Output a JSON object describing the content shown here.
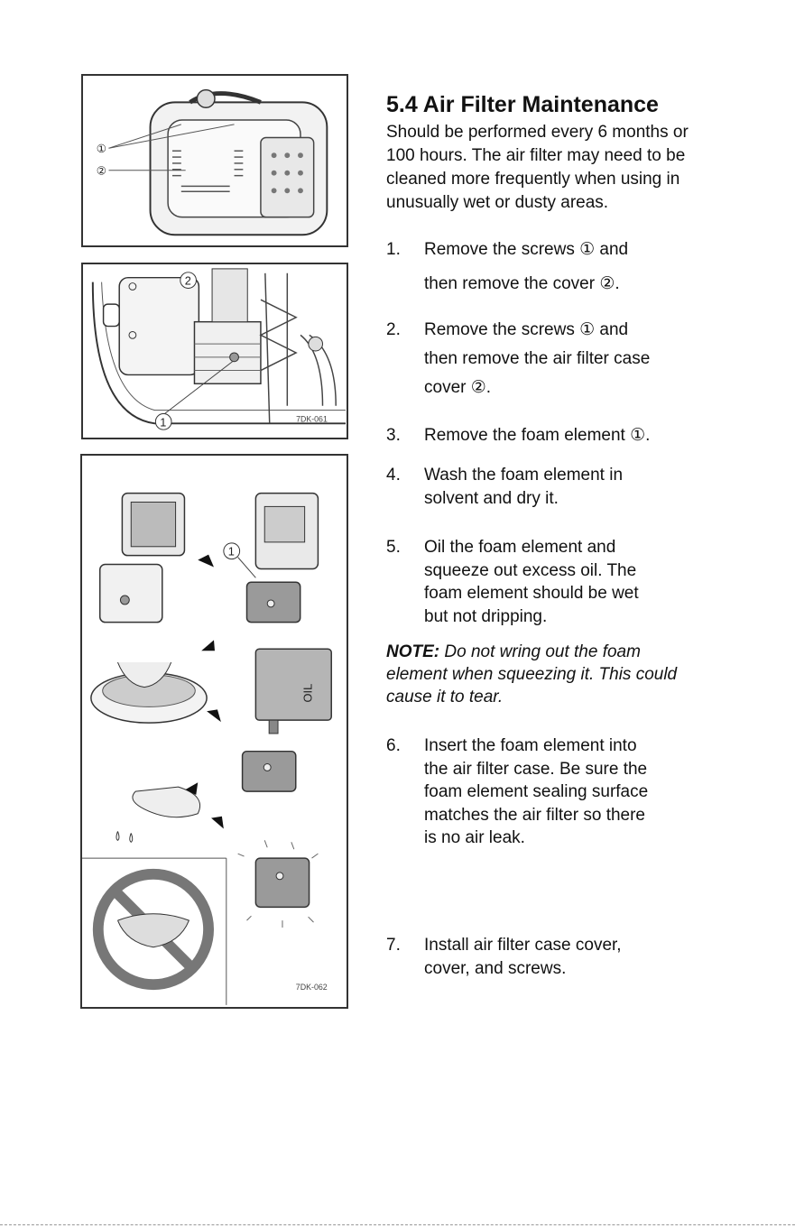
{
  "section": {
    "title": "5.4 Air Filter Maintenance",
    "intro": [
      "Should be performed every 6 months or",
      "100 hours. The air filter may need to be",
      "cleaned more frequently when using in",
      "unusually wet or dusty areas."
    ]
  },
  "steps": [
    {
      "num": "1.",
      "lines": [
        "Remove the screws ①   and",
        "then remove the cover ②."
      ]
    },
    {
      "num": "2.",
      "lines": [
        "Remove the screws ①   and",
        "then remove the air filter case",
        "cover ②."
      ]
    },
    {
      "num": "3.",
      "lines": [
        "Remove the foam element ①."
      ]
    },
    {
      "num": "4.",
      "lines": [
        "Wash the foam element in",
        "solvent and dry it."
      ]
    },
    {
      "num": "5.",
      "lines": [
        "Oil the foam element and",
        "squeeze out excess oil. The",
        "foam element should be wet",
        "but not dripping."
      ]
    },
    {
      "num": "6.",
      "lines": [
        "Insert the foam element into",
        "the air filter case. Be sure the",
        "foam element sealing surface",
        "matches the air filter so there",
        "is no air leak."
      ]
    },
    {
      "num": "7.",
      "lines": [
        "Install air filter case cover,",
        "cover, and screws."
      ]
    }
  ],
  "note": {
    "label": "NOTE:",
    "lines": [
      " Do not wring out the foam",
      "element when squeezing it. This could",
      "cause it to tear."
    ]
  },
  "figures": {
    "fig1": {
      "callout1": "①",
      "callout2": "②"
    },
    "fig2": {
      "callout1": "1",
      "callout2": "2",
      "code": "7DK-061"
    },
    "fig3": {
      "callout1": "1",
      "code": "7DK-062",
      "oil_label": "OIL"
    }
  }
}
